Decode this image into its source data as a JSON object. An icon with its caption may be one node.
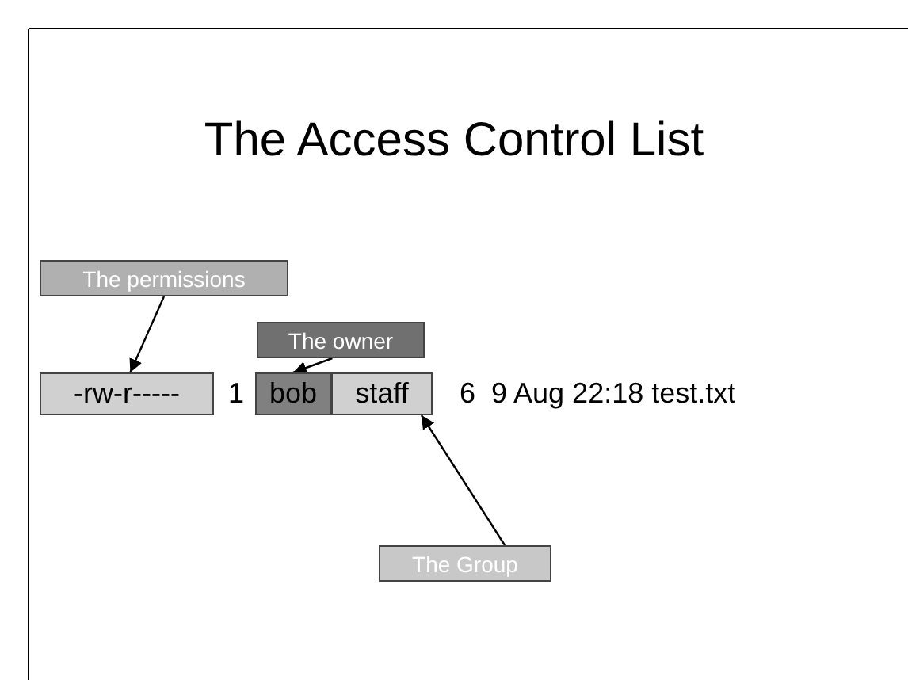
{
  "diagram": {
    "title": "The Access Control List",
    "nodes": [
      {
        "text": [
          "The permissions"
        ]
      },
      {
        "text": [
          "-rw-r-----"
        ]
      },
      {
        "text": [
          "The owner"
        ]
      },
      {
        "text": [
          "bob"
        ]
      },
      {
        "text": [
          "staff"
        ]
      },
      {
        "text": [
          "The Group"
        ]
      }
    ],
    "edges": [
      {
        "from": 0,
        "to": 1,
        "arrow": "to"
      },
      {
        "from": 2,
        "to": 3,
        "arrow": "to"
      },
      {
        "from": 5,
        "to": 4,
        "arrow": "to"
      }
    ],
    "labels": [
      "1",
      "6  9 Aug 22:18 test.txt"
    ]
  }
}
